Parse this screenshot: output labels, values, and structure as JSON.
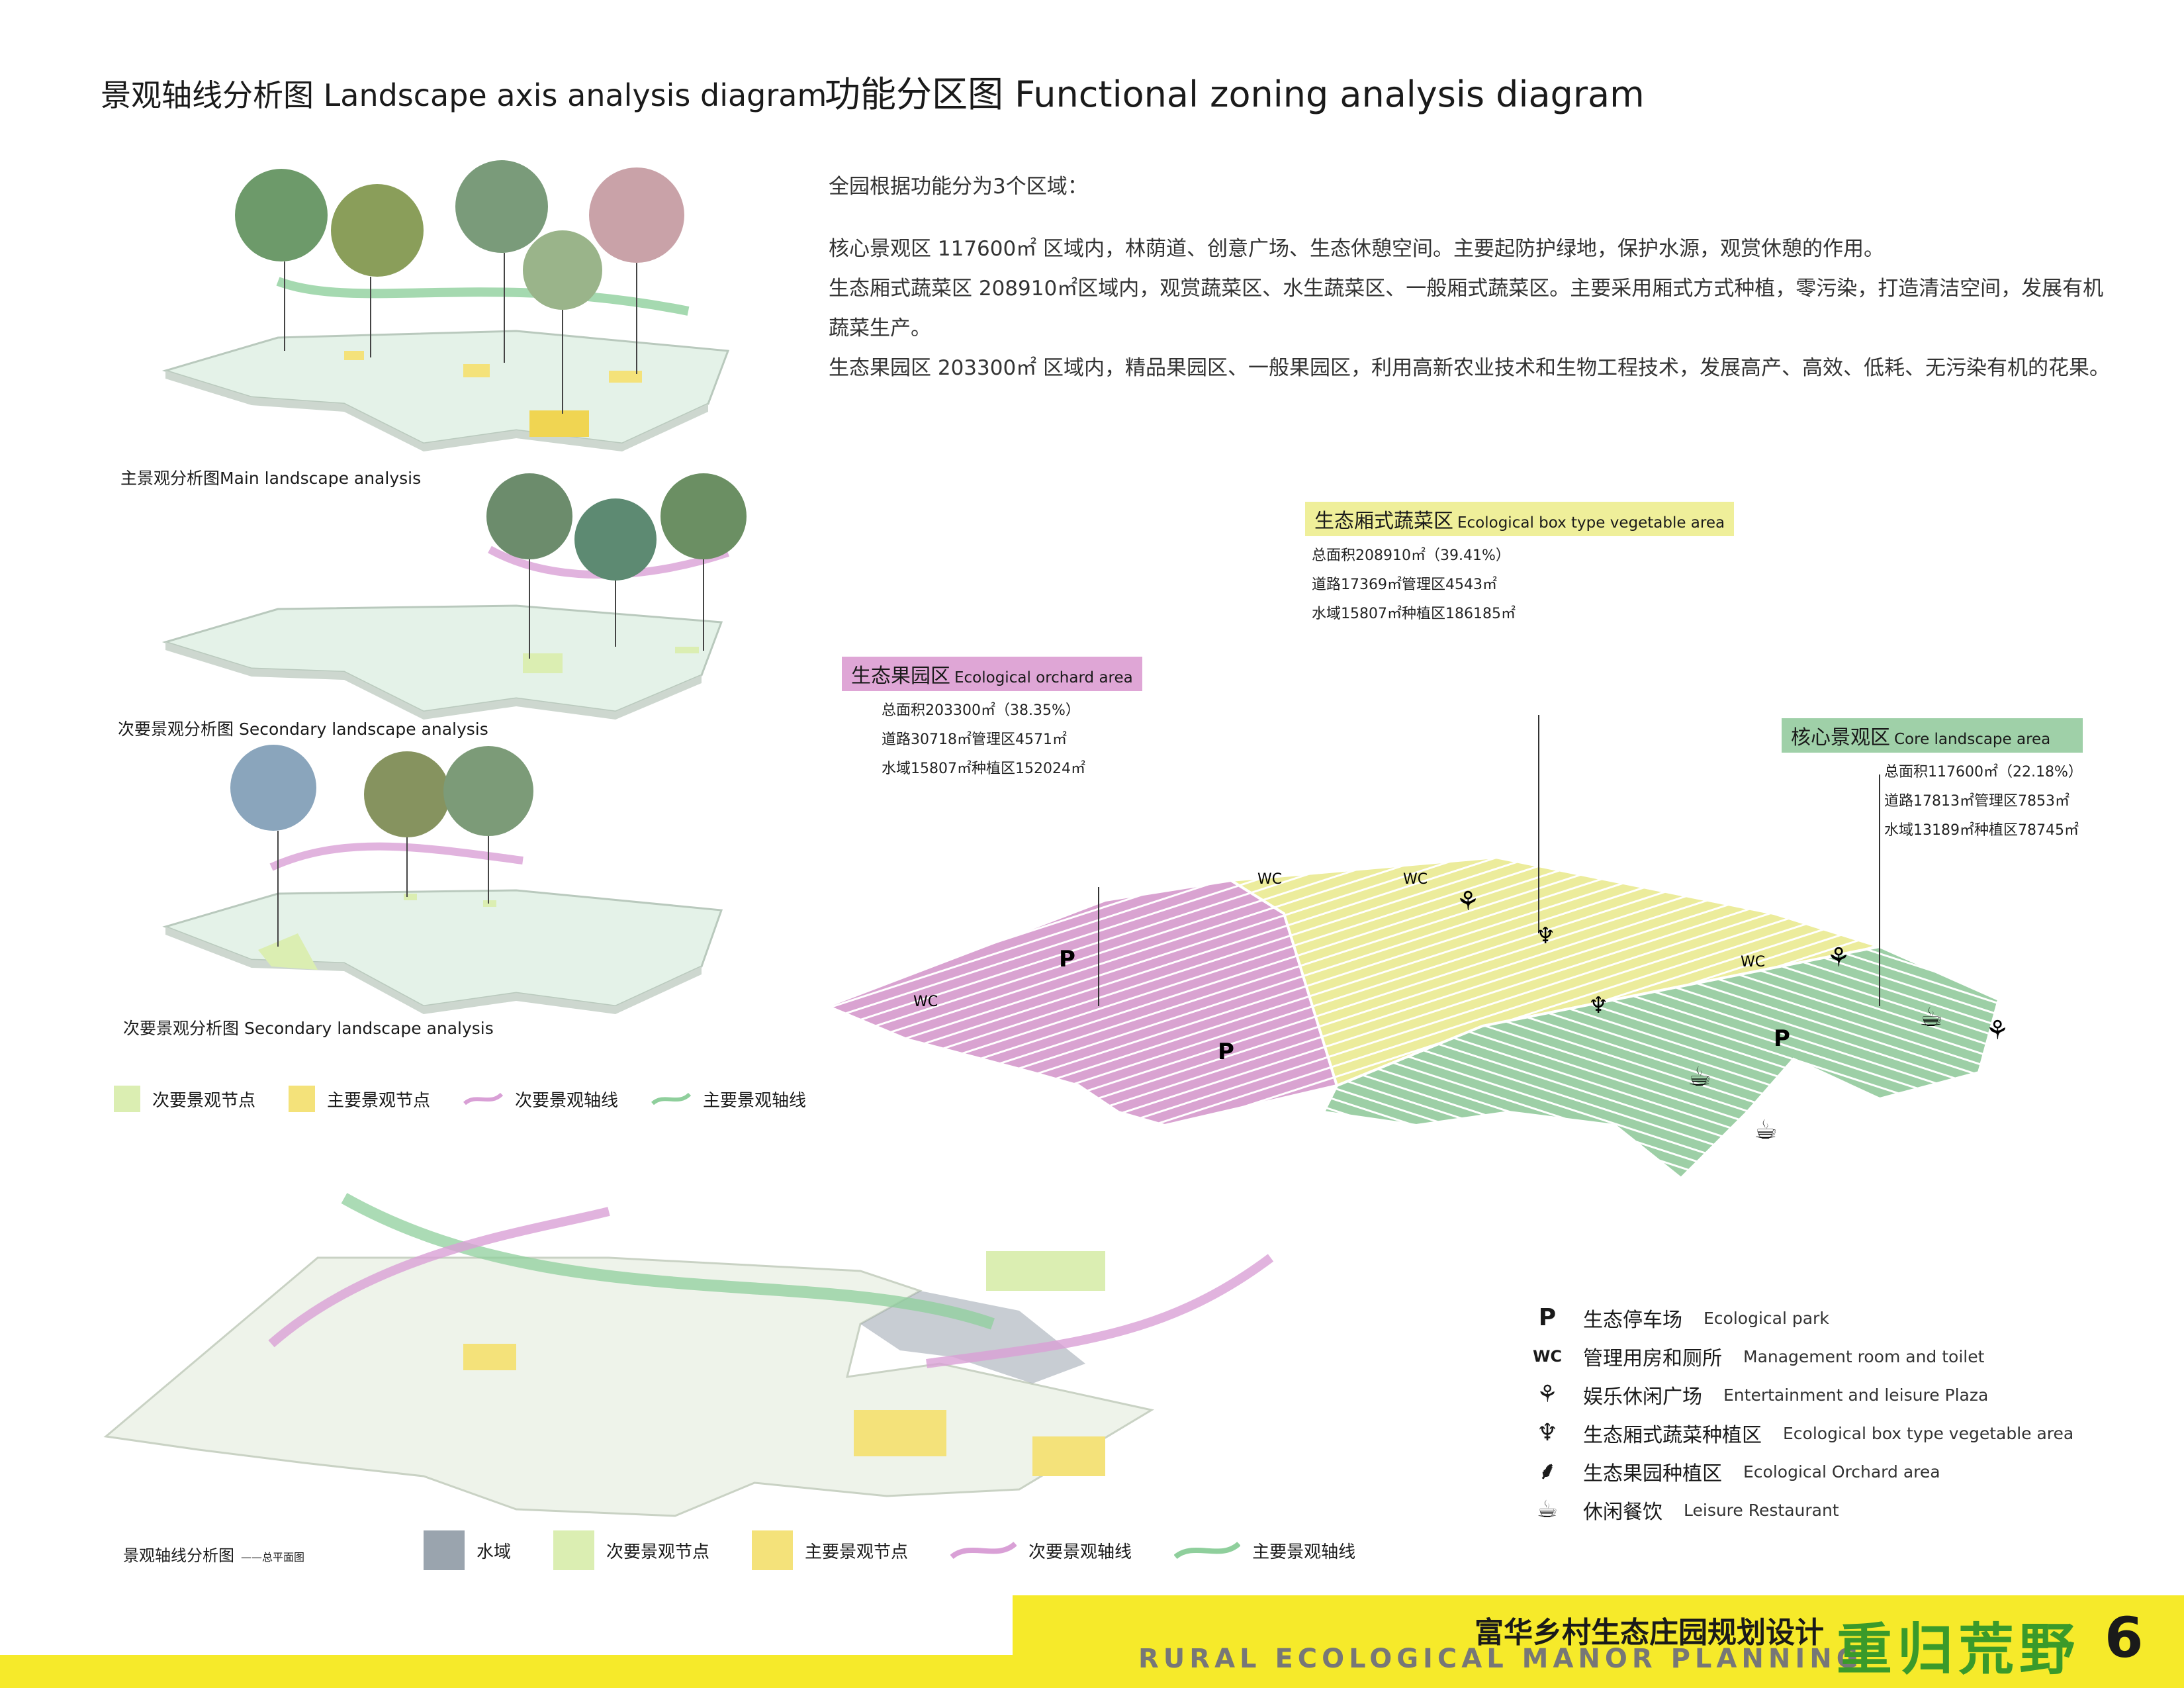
{
  "left_title": "景观轴线分析图 Landscape axis analysis diagram",
  "right_title": "功能分区图 Functional zoning analysis diagram",
  "small_diagrams": {
    "main_caption": "主景观分析图Main landscape analysis",
    "secondary1_caption": "次要景观分析图 Secondary landscape analysis",
    "secondary2_caption": "次要景观分析图 Secondary landscape analysis"
  },
  "small_legend": {
    "secondary_node": "次要景观节点",
    "main_node": "主要景观节点",
    "secondary_axis": "次要景观轴线",
    "main_axis": "主要景观轴线"
  },
  "description": {
    "intro": "全园根据功能分为3个区域：",
    "para1": "核心景观区 117600㎡       区域内，林荫道、创意广场、生态休憩空间。主要起防护绿地，保护水源，观赏休憩的作用。",
    "para2": "生态厢式蔬菜区 208910㎡区域内，观赏蔬菜区、水生蔬菜区、一般厢式蔬菜区。主要采用厢式方式种植，零污染，打造清洁空间，发展有机蔬菜生产。",
    "para3": "生态果园区 203300㎡       区域内，精品果园区、一般果园区，利用高新农业技术和生物工程技术，发展高产、高效、低耗、无污染有机的花果。"
  },
  "zones": {
    "vegetable": {
      "cn": "生态厢式蔬菜区",
      "en": "Ecological box type vegetable area",
      "total": "总面积208910㎡（39.41%）",
      "roads": "道路17369㎡管理区4543㎡",
      "water": "水域15807㎡种植区186185㎡",
      "color": "#efef9a"
    },
    "orchard": {
      "cn": "生态果园区",
      "en": "Ecological orchard area",
      "total": "总面积203300㎡（38.35%）",
      "roads": "道路30718㎡管理区4571㎡",
      "water": "水域15807㎡种植区152024㎡",
      "color": "#dfa6d6"
    },
    "core": {
      "cn": "核心景观区",
      "en": "Core landscape area",
      "total": "总面积117600㎡（22.18%）",
      "roads": "道路17813㎡管理区7853㎡",
      "water": "水域13189㎡种植区78745㎡",
      "color": "#9fd0a8"
    }
  },
  "icon_key": [
    {
      "cn": "生态停车场",
      "en": "Ecological park",
      "icon": "parking-icon",
      "glyph": "P"
    },
    {
      "cn": "管理用房和厕所",
      "en": "Management room and toilet",
      "icon": "toilet-icon",
      "glyph": "WC"
    },
    {
      "cn": "娱乐休闲广场",
      "en": "Entertainment and leisure Plaza",
      "icon": "plaza-icon",
      "glyph": "⚘"
    },
    {
      "cn": "生态厢式蔬菜种植区",
      "en": "Ecological box type vegetable area",
      "icon": "vegetable-icon",
      "glyph": "♆"
    },
    {
      "cn": "生态果园种植区",
      "en": "Ecological Orchard area",
      "icon": "orchard-icon",
      "glyph": "⸙"
    },
    {
      "cn": "休闲餐饮",
      "en": "Leisure Restaurant",
      "icon": "restaurant-icon",
      "glyph": "☕"
    }
  ],
  "bottom": {
    "caption": "景观轴线分析图",
    "caption_sub": "——总平面图",
    "legend_water": "水域",
    "legend_secondary_node": "次要景观节点",
    "legend_main_node": "主要景观节点",
    "legend_secondary_axis": "次要景观轴线",
    "legend_main_axis": "主要景观轴线",
    "water_color": "#9aa4ae"
  },
  "footer": {
    "project_cn": "富华乡村生态庄园规划设计",
    "project_en": "RURAL ECOLOGICAL MANOR PLANNING",
    "slogan": "重归荒野",
    "page_number": "6",
    "band_color": "#f6ea2a"
  }
}
